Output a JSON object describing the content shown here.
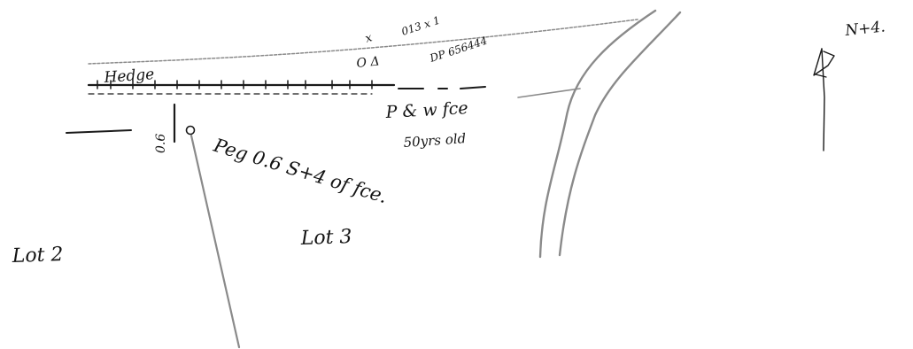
{
  "labels": {
    "hedge": "Hedge",
    "survey_mark_top": "x",
    "survey_mark_ref": "DP 656444",
    "mark_code": "013 x 1",
    "mark_symbol": "O Δ",
    "offset_vertical": "0.6",
    "peg_note": "Peg 0.6 S+4 of fce.",
    "paw_fence": "P & w fce",
    "fence_age": "50yrs old",
    "north": "N+4.",
    "lot_left": "Lot 2",
    "lot_right": "Lot 3"
  },
  "colors": {
    "ink": "#1a1a1a",
    "pencil": "#8a8a8a",
    "paper": "#ffffff"
  }
}
